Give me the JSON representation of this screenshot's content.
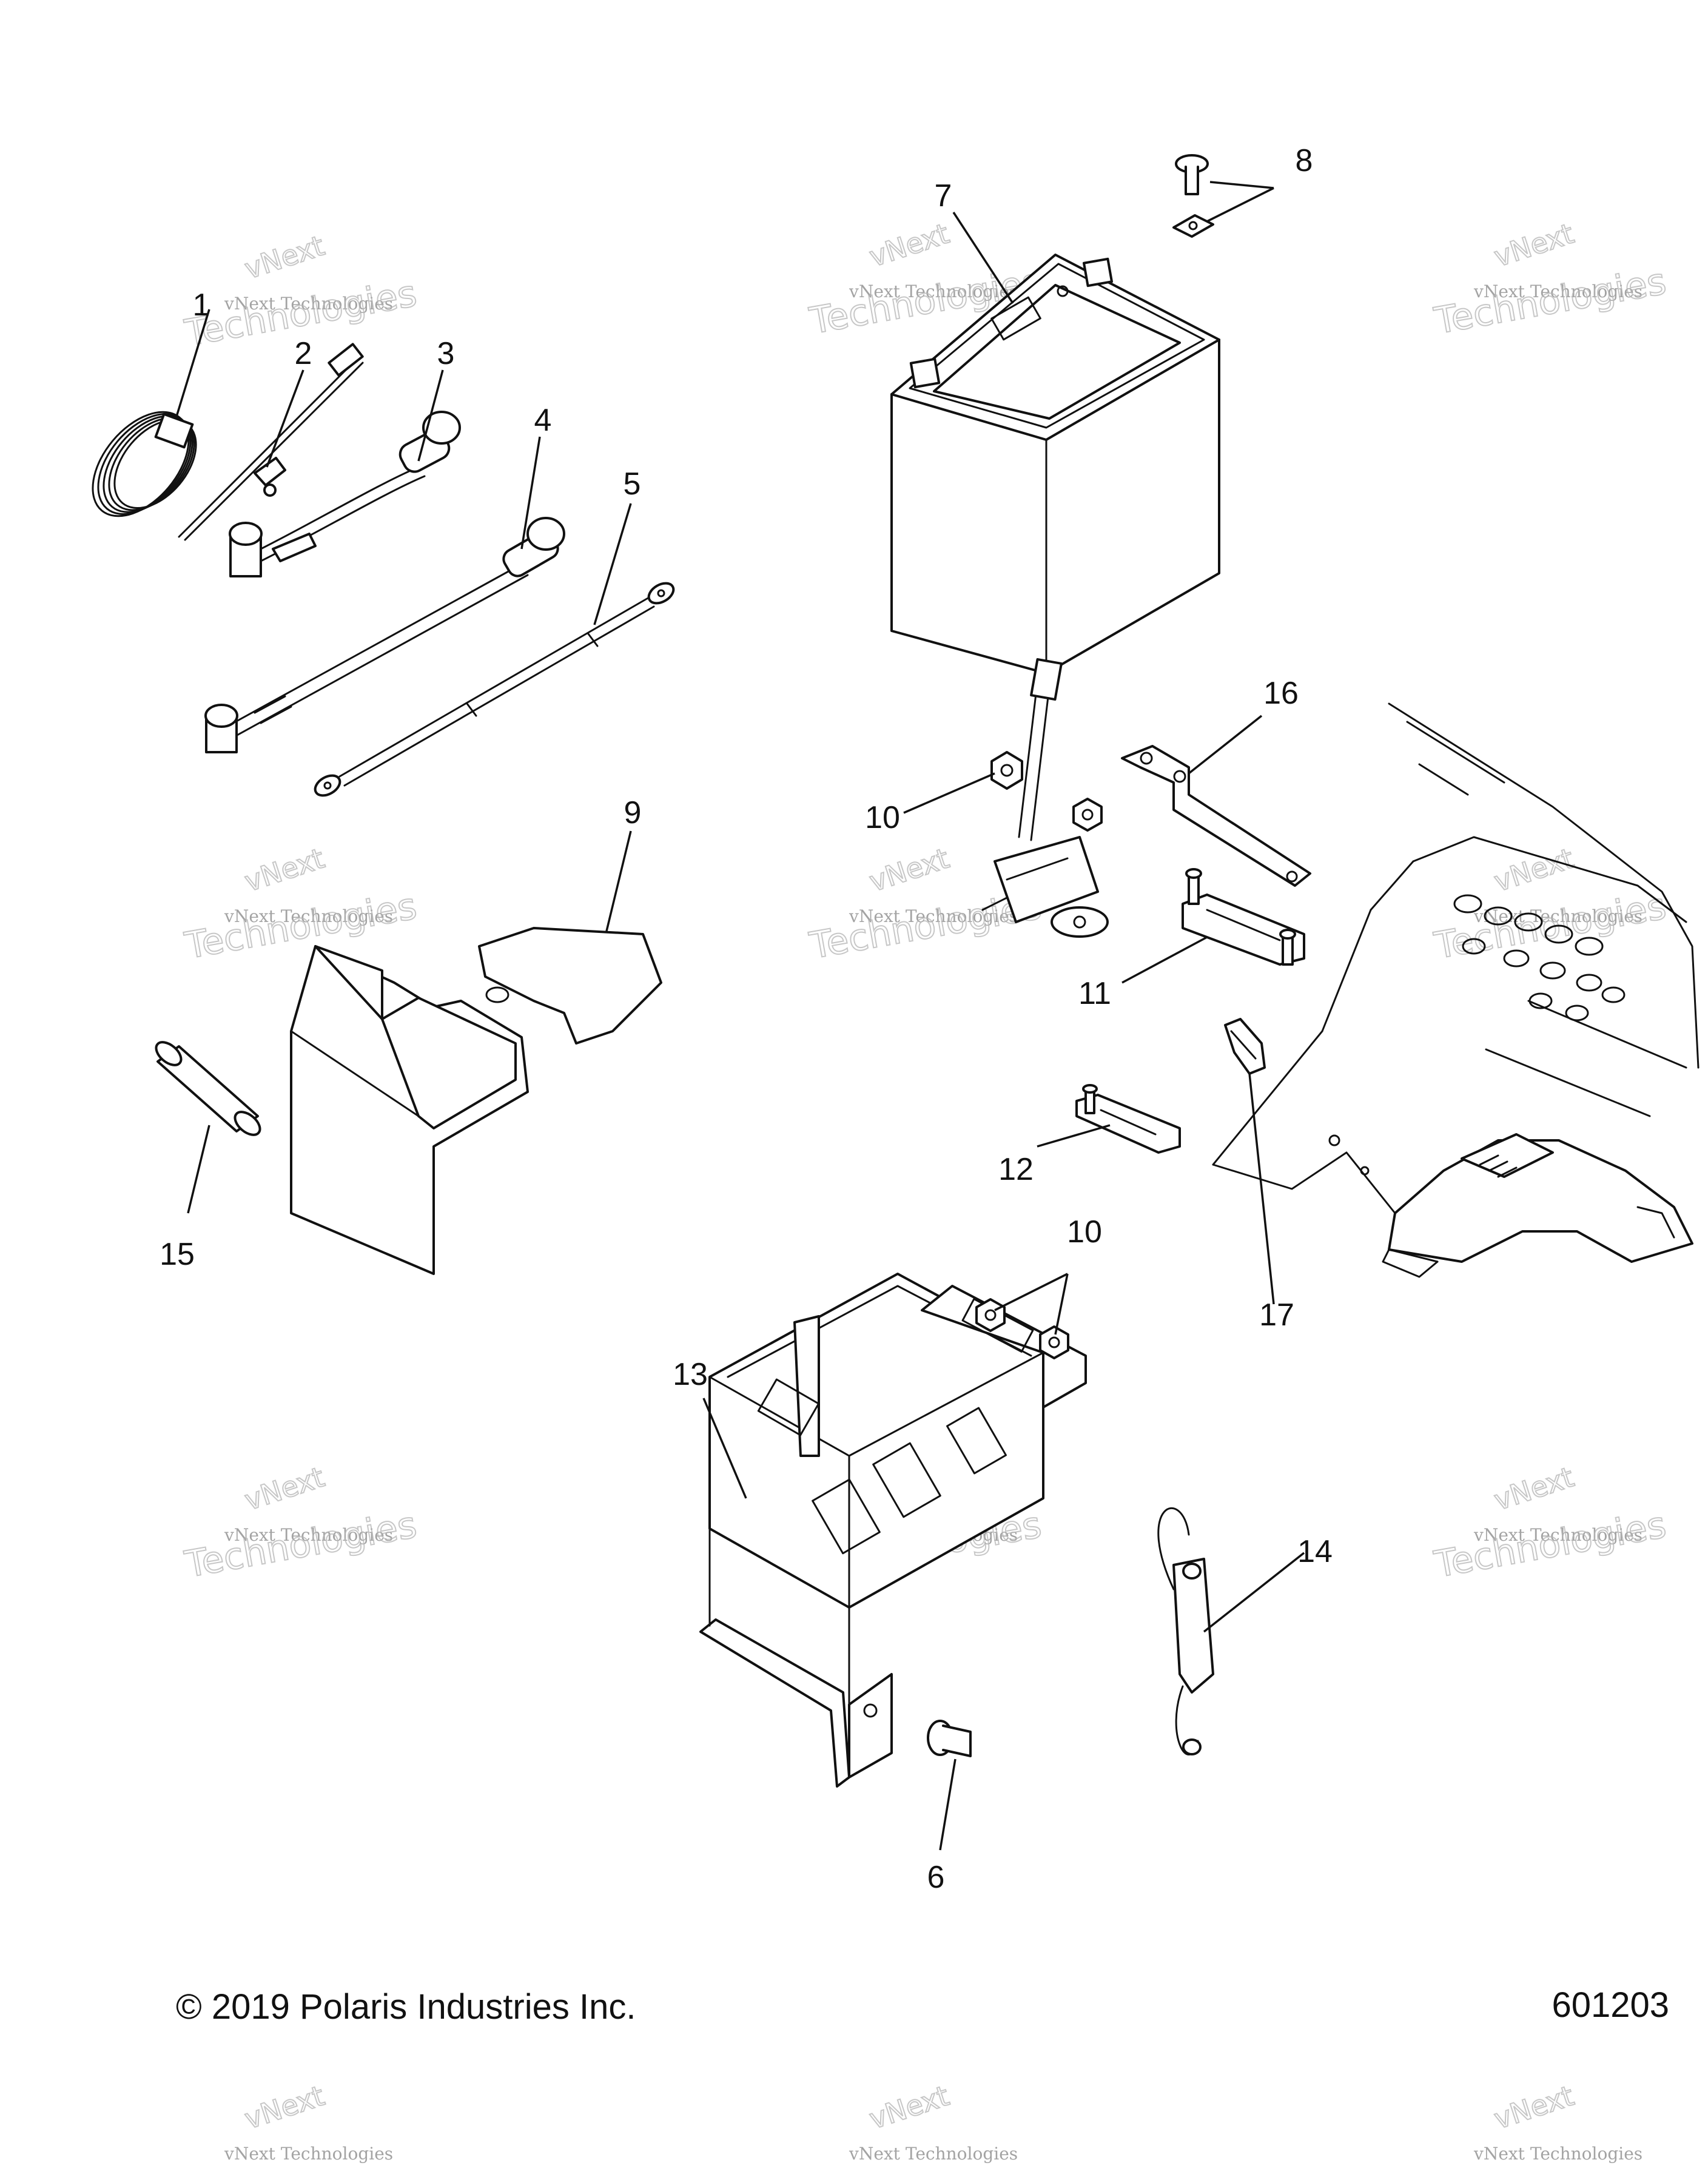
{
  "callouts": {
    "c1": "1",
    "c2": "2",
    "c3": "3",
    "c4": "4",
    "c5": "5",
    "c6": "6",
    "c7": "7",
    "c8": "8",
    "c9": "9",
    "c10a": "10",
    "c10b": "10",
    "c11": "11",
    "c12": "12",
    "c13": "13",
    "c14": "14",
    "c15": "15",
    "c16": "16",
    "c17": "17"
  },
  "watermark": {
    "line1": "vNext Technologies",
    "line2": "Technologies",
    "small": "vNext"
  },
  "footer": {
    "copyright": "© 2019 Polaris Industries Inc.",
    "diagram_number": "601203"
  }
}
